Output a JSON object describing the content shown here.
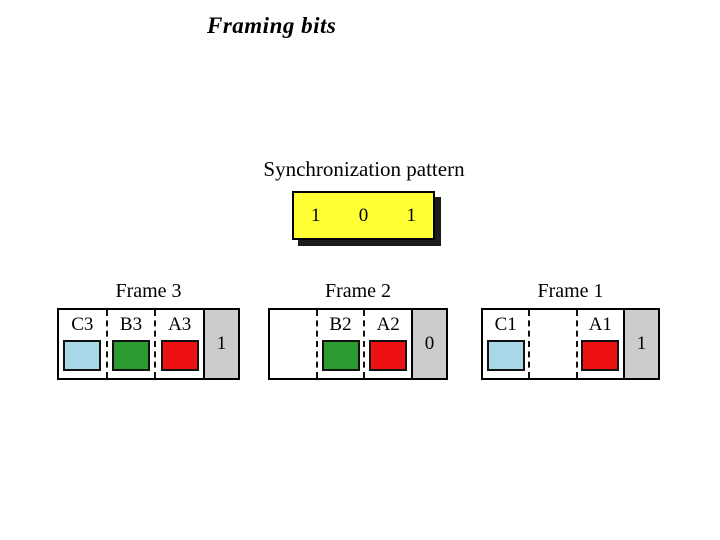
{
  "page": {
    "title": "Framing bits"
  },
  "colors": {
    "yellow": "#ffff33",
    "gray": "#cccccc",
    "light_blue": "#a8d8e8",
    "green": "#2e9b32",
    "red": "#ee1111"
  },
  "sync": {
    "label": "Synchronization pattern",
    "bits": [
      "1",
      "0",
      "1"
    ]
  },
  "frames": [
    {
      "name": "Frame 3",
      "bit": "1",
      "cells": [
        {
          "label": "C3",
          "color": "#a8d8e8",
          "filled": true
        },
        {
          "label": "B3",
          "color": "#2e9b32",
          "filled": true
        },
        {
          "label": "A3",
          "color": "#ee1111",
          "filled": true
        }
      ]
    },
    {
      "name": "Frame 2",
      "bit": "0",
      "cells": [
        {
          "label": "",
          "filled": false
        },
        {
          "label": "B2",
          "color": "#2e9b32",
          "filled": true
        },
        {
          "label": "A2",
          "color": "#ee1111",
          "filled": true
        }
      ]
    },
    {
      "name": "Frame 1",
      "bit": "1",
      "cells": [
        {
          "label": "C1",
          "color": "#a8d8e8",
          "filled": true
        },
        {
          "label": "",
          "filled": false
        },
        {
          "label": "A1",
          "color": "#ee1111",
          "filled": true
        }
      ]
    }
  ]
}
